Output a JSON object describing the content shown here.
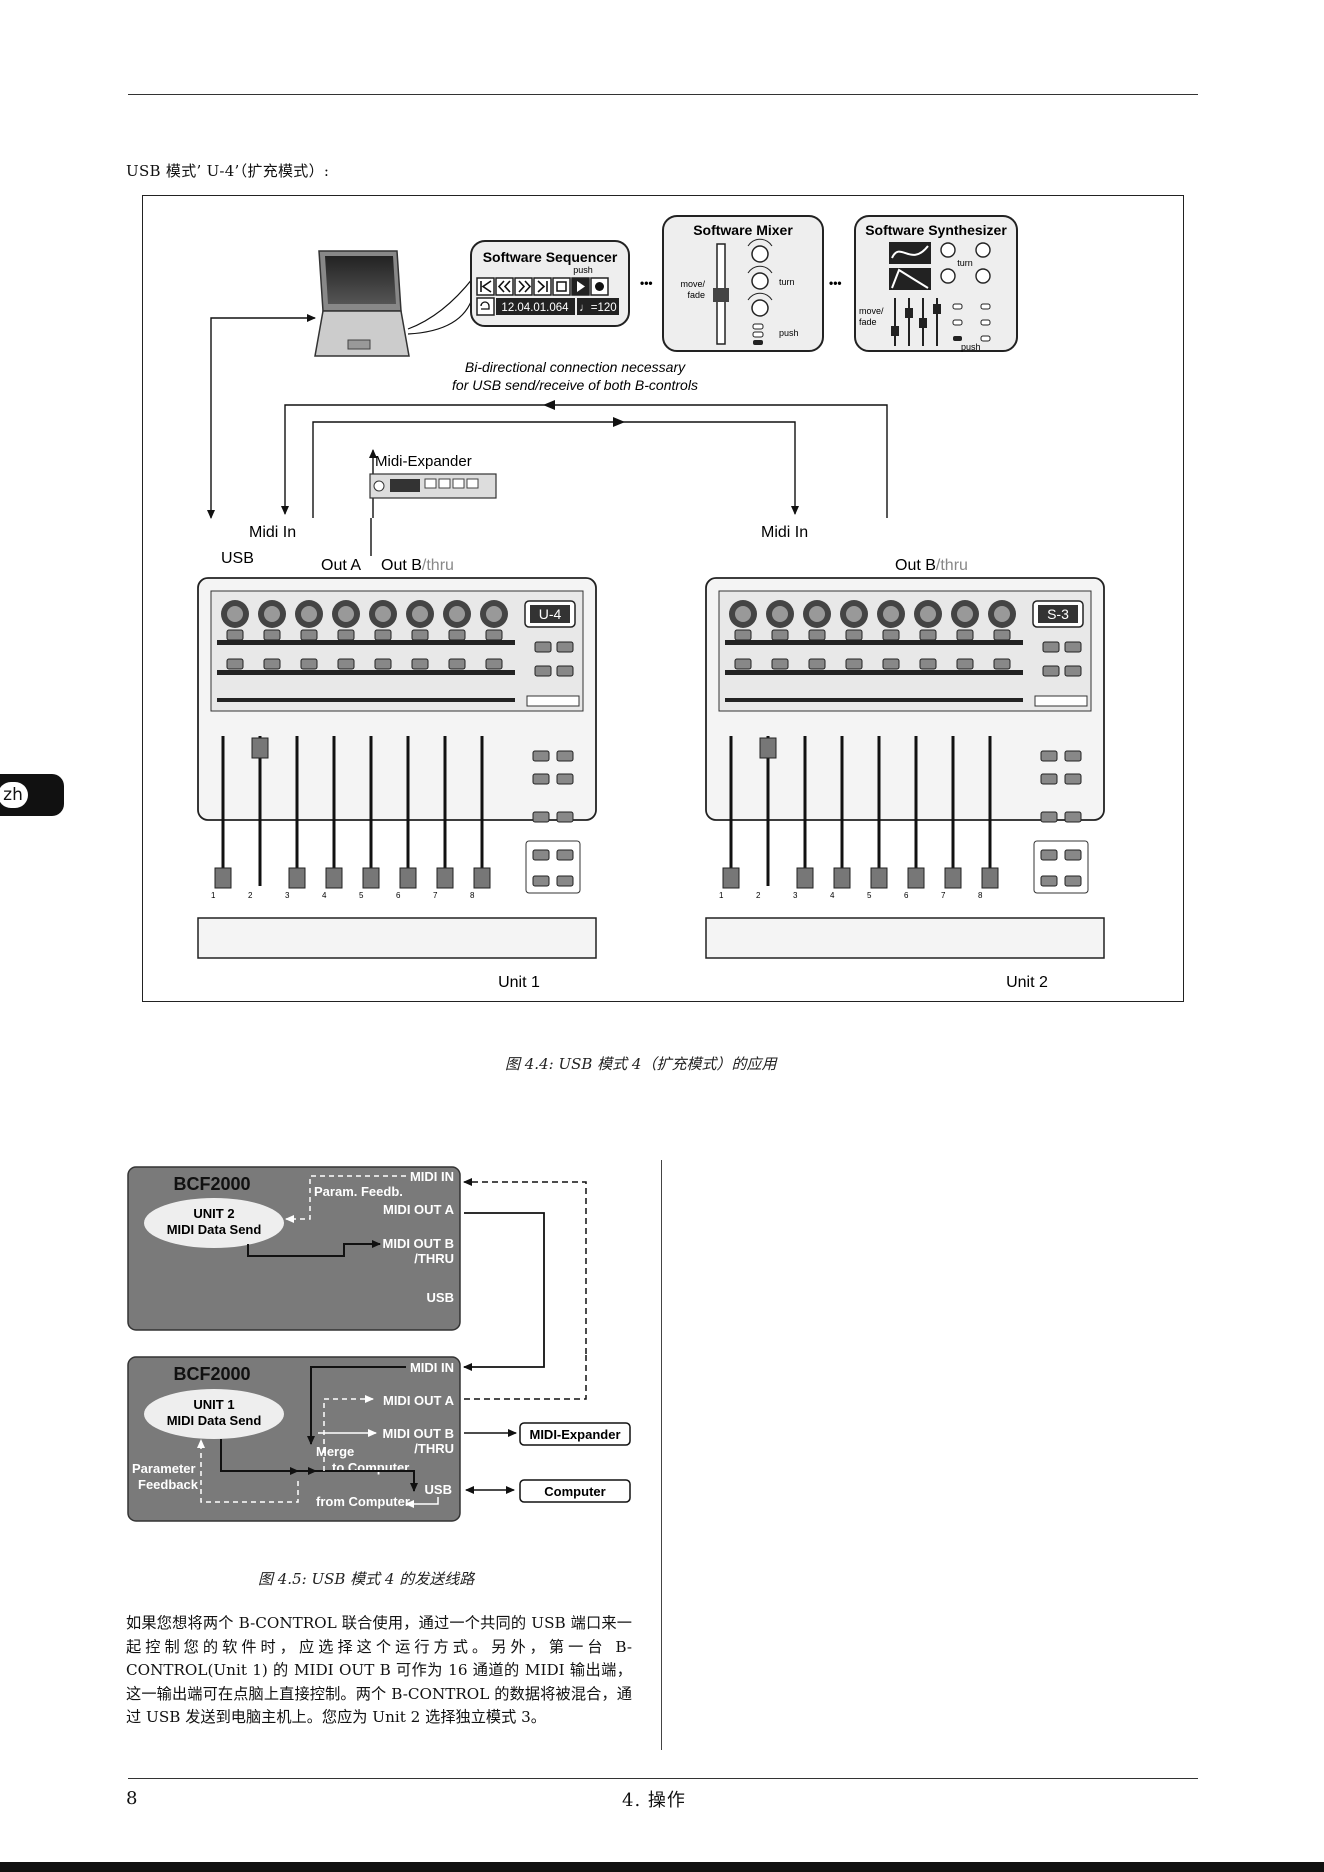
{
  "heading": "USB 模式’ U-4’（扩充模式）:",
  "language_tab": "zh",
  "figure1": {
    "sequencer": {
      "title": "Software Sequencer",
      "push": "push",
      "counter": "12.04.01.064",
      "tempo": "♩=120"
    },
    "mixer": {
      "title": "Software Mixer",
      "move": "move/",
      "fade": "fade",
      "turn": "turn",
      "push": "push"
    },
    "synth": {
      "title": "Software Synthesizer",
      "turn": "turn",
      "move": "move/",
      "fade": "fade",
      "push": "push"
    },
    "ellipsis": "•••",
    "note_line1": "Bi-directional connection necessary",
    "note_line2": "for USB send/receive of both B-controls",
    "midi_expander": "Midi-Expander",
    "labels": {
      "midi_in_1": "Midi In",
      "usb": "USB",
      "out_a": "Out A",
      "out_b_1": "Out B",
      "thru_1": "/thru",
      "midi_in_2": "Midi In",
      "out_b_2": "Out B",
      "thru_2": "/thru"
    },
    "unit1": {
      "display": "U-4",
      "name": "Unit 1"
    },
    "unit2": {
      "display": "S-3",
      "name": "Unit 2"
    },
    "channel_numbers": [
      "1",
      "2",
      "3",
      "4",
      "5",
      "6",
      "7",
      "8"
    ]
  },
  "caption1": "图 4.4: USB 模式 4（扩充模式）的应用",
  "figure2": {
    "box1": {
      "title": "BCF2000",
      "unit_line1": "UNIT 2",
      "unit_line2": "MIDI Data Send",
      "param_feedb": "Param. Feedb.",
      "midi_in": "MIDI IN",
      "midi_out_a": "MIDI OUT A",
      "midi_out_b": "MIDI OUT B",
      "thru": "/THRU",
      "usb": "USB"
    },
    "box2": {
      "title": "BCF2000",
      "unit_line1": "UNIT 1",
      "unit_line2": "MIDI Data Send",
      "midi_in": "MIDI IN",
      "midi_out_a": "MIDI OUT A",
      "midi_out_b": "MIDI OUT B",
      "thru": "/THRU",
      "merge_line1": "Merge",
      "merge_line2": "to Computer",
      "usb": "USB",
      "from_computer": "from Computer",
      "parameter": "Parameter",
      "feedback": "Feedback"
    },
    "midi_expander": "MIDI-Expander",
    "computer": "Computer"
  },
  "caption2": "图 4.5: USB 模式 4 的发送线路",
  "body_text": "如果您想将两个 B-CONTROL 联合使用，通过一个共同的 USB 端口来一起控制您的软件时，应选择这个运行方式。另外，第一台 B-CONTROL(Unit 1) 的 MIDI OUT B 可作为 16 通道的 MIDI 输出端，这一输出端可在点脑上直接控制。两个 B-CONTROL 的数据将被混合，通过 USB 发送到电脑主机上。您应为 Unit 2 选择独立模式 3。",
  "footer": {
    "page_number": "8",
    "section": "4. 操作"
  }
}
